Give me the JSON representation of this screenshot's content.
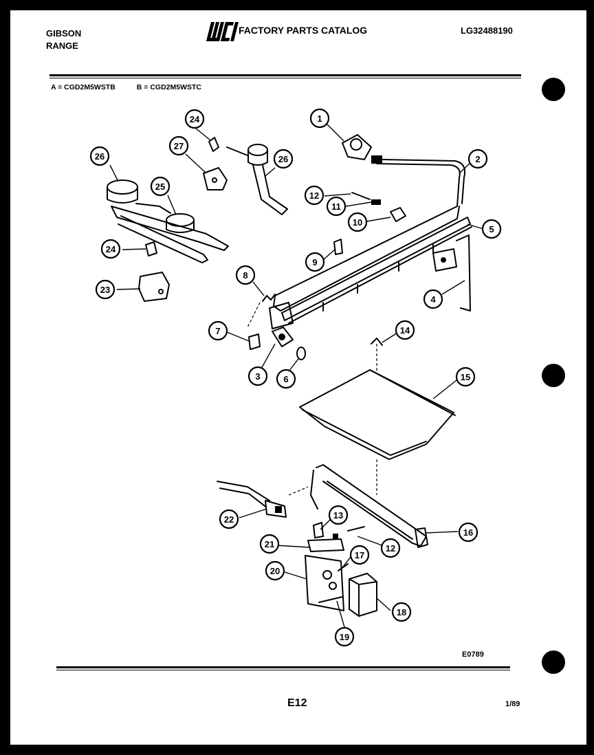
{
  "header": {
    "brand_line1": "GIBSON",
    "brand_line2": "RANGE",
    "logo_text": "WCI",
    "catalog_title": "FACTORY PARTS CATALOG",
    "document_number": "LG32488190"
  },
  "models": {
    "a": "A = CGD2M5WSTB",
    "b": "B = CGD2M5WSTC"
  },
  "callouts": [
    "1",
    "2",
    "3",
    "4",
    "5",
    "6",
    "7",
    "8",
    "9",
    "10",
    "11",
    "12",
    "12",
    "13",
    "14",
    "15",
    "16",
    "17",
    "18",
    "19",
    "20",
    "21",
    "22",
    "23",
    "24",
    "24",
    "25",
    "26",
    "26",
    "27"
  ],
  "footer": {
    "diagram_code": "E0789",
    "page_number": "E12",
    "date": "1/89"
  }
}
